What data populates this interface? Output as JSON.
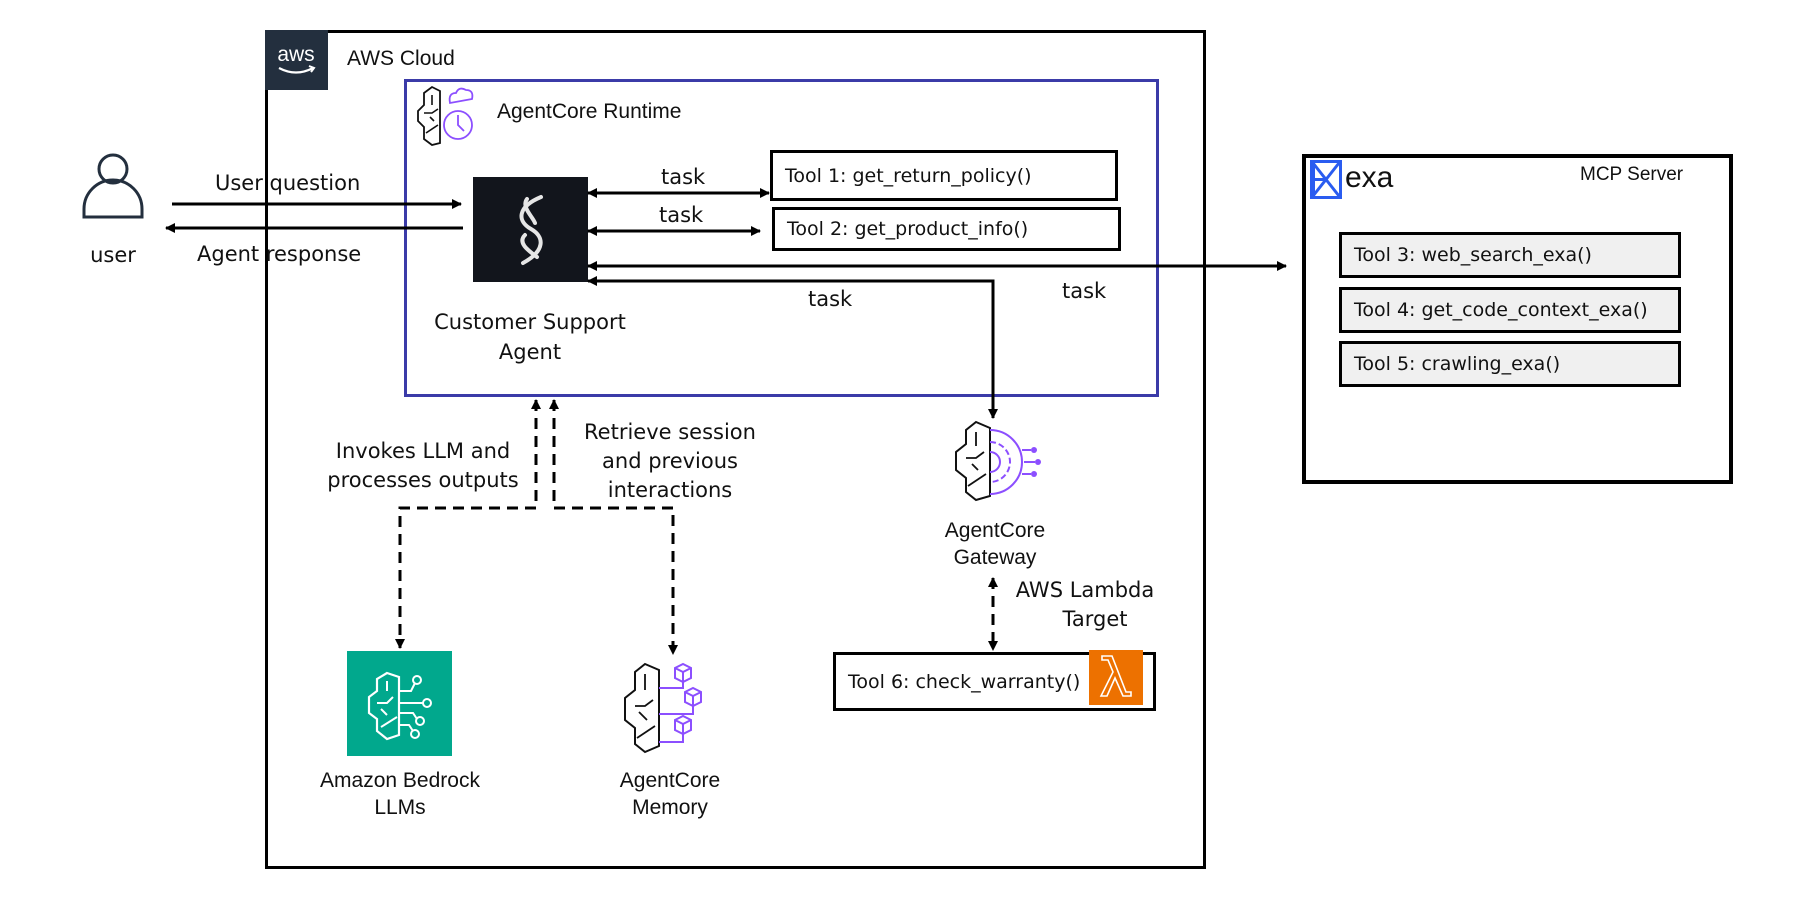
{
  "aws_cloud": {
    "title": "AWS Cloud",
    "logo_text": "aws"
  },
  "runtime": {
    "title": "AgentCore Runtime"
  },
  "user": {
    "label": "user"
  },
  "flows": {
    "user_question": "User question",
    "agent_response": "Agent response",
    "task_1": "task",
    "task_2": "task",
    "task_gateway": "task",
    "task_mcp": "task",
    "invokes_llm": [
      "Invokes LLM and",
      "processes outputs"
    ],
    "retrieve_session": [
      "Retrieve session",
      "and previous",
      "interactions"
    ],
    "lambda_target": [
      "AWS Lambda",
      "Target"
    ]
  },
  "agent": {
    "label": [
      "Customer Support",
      "Agent"
    ]
  },
  "tools": {
    "tool1": "Tool 1: get_return_policy()",
    "tool2": "Tool 2: get_product_info()",
    "tool6": "Tool 6: check_warranty()"
  },
  "mcp_server": {
    "title": "MCP Server",
    "brand": "exa",
    "tools": [
      "Tool 3: web_search_exa()",
      "Tool 4: get_code_context_exa()",
      "Tool 5: crawling_exa()"
    ]
  },
  "gateway": {
    "label": [
      "AgentCore",
      "Gateway"
    ]
  },
  "bedrock": {
    "label": [
      "Amazon Bedrock",
      "LLMs"
    ]
  },
  "memory": {
    "label": [
      "AgentCore",
      "Memory"
    ]
  },
  "colors": {
    "runtime_border": "#3b3ba8",
    "aws_logo_bg": "#232f3e",
    "bedrock_bg": "#01a88d",
    "lambda_bg": "#ed7100",
    "exa_blue": "#2a5cf0",
    "agentcore_purple": "#8c4fff",
    "agent_box_bg": "#12151c"
  }
}
